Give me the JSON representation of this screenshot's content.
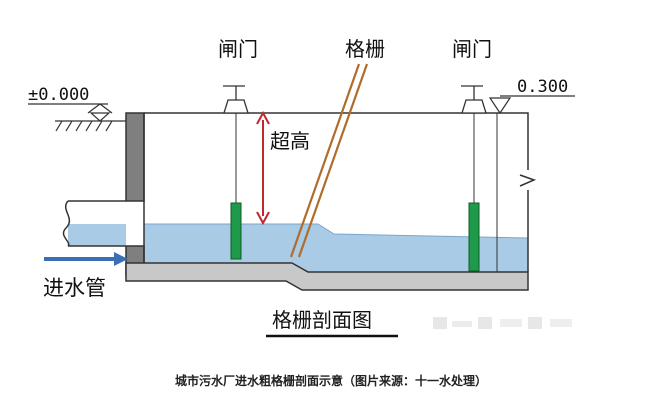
{
  "labels": {
    "gate_left": "闸门",
    "screen": "格栅",
    "gate_right": "闸门",
    "elevation_left": "±0.000",
    "elevation_right": "0.300",
    "freeboard": "超高",
    "inlet_pipe": "进水管",
    "section_title": "格栅剖面图"
  },
  "caption": "城市污水厂进水粗格栅剖面示意（图片来源：十一水处理）",
  "colors": {
    "water": "#a9cbe6",
    "wall_fill": "#7f7f7f",
    "concrete": "#c8c8c8",
    "gate_green": "#1f9a4a",
    "screen_brown": "#b06c2c",
    "freeboard_arrow": "#c0282d",
    "flow_arrow": "#3b6fb5",
    "outline": "#333333"
  }
}
